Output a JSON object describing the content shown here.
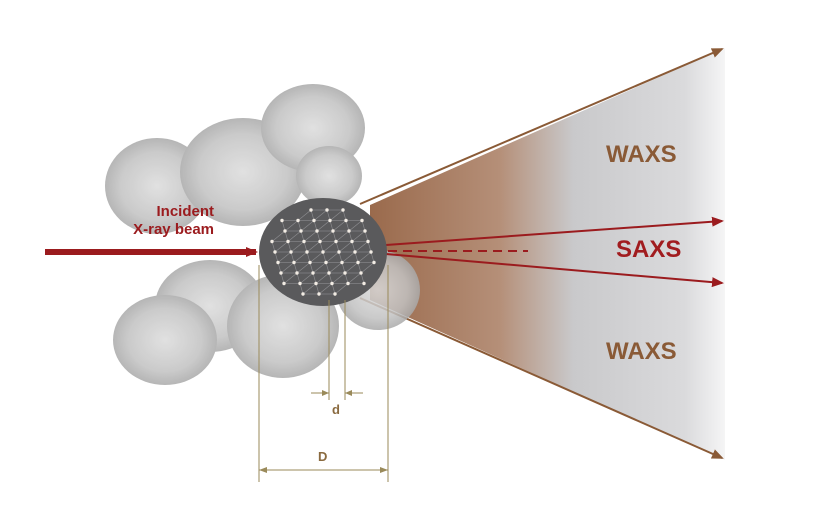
{
  "labels": {
    "incident_line1": "Incident",
    "incident_line2": "X-ray beam",
    "waxs_top": "WAXS",
    "saxs": "SAXS",
    "waxs_bottom": "WAXS",
    "small_d": "d",
    "large_D": "D"
  },
  "colors": {
    "incident_beam": "#9b1b1e",
    "saxs_text": "#a11c1f",
    "waxs_text": "#8a5a36",
    "waxs_cone_edge": "#8a5a36",
    "particle": "#5a5a5c",
    "crystal_points": "#f2ece4",
    "dimension_lines": "#9a8a5a",
    "blob": "#b8b8b8"
  }
}
